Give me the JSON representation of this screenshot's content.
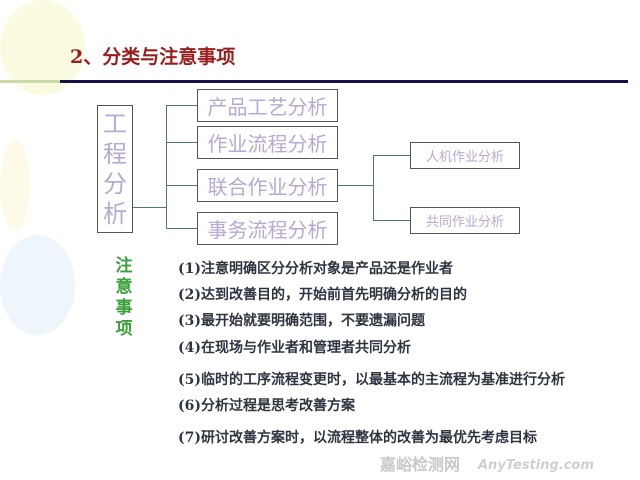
{
  "title": "2、分类与注意事项",
  "diagram": {
    "root": [
      "工",
      "程",
      "分",
      "析"
    ],
    "branches": [
      "产品工艺分析",
      "作业流程分析",
      "联合作业分析",
      "事务流程分析"
    ],
    "sub_branches": [
      "人机作业分析",
      "共同作业分析"
    ]
  },
  "notes": {
    "heading": [
      "注",
      "意",
      "事",
      "项"
    ],
    "items": [
      "(1)注意明确区分分析对象是产品还是作业者",
      "(2)达到改善目的，开始前首先明确分析的目的",
      "(3)最开始就要明确范围，不要遗漏问题",
      "(4)在现场与作业者和管理者共同分析",
      "(5)临时的工序流程变更时，以最基本的主流程为基准进行分析",
      "(6)分析过程是思考改善方案",
      "(7)研讨改善方案时，以流程整体的改善为最优先考虑目标"
    ]
  },
  "watermark": {
    "line1": "嘉峪检测网",
    "line2": "AnyTesting.com"
  },
  "colors": {
    "title": "#9b1c1c",
    "rule": "#14104a",
    "box_text": "#b8a8d4",
    "notes_heading": "#3aa13a"
  }
}
